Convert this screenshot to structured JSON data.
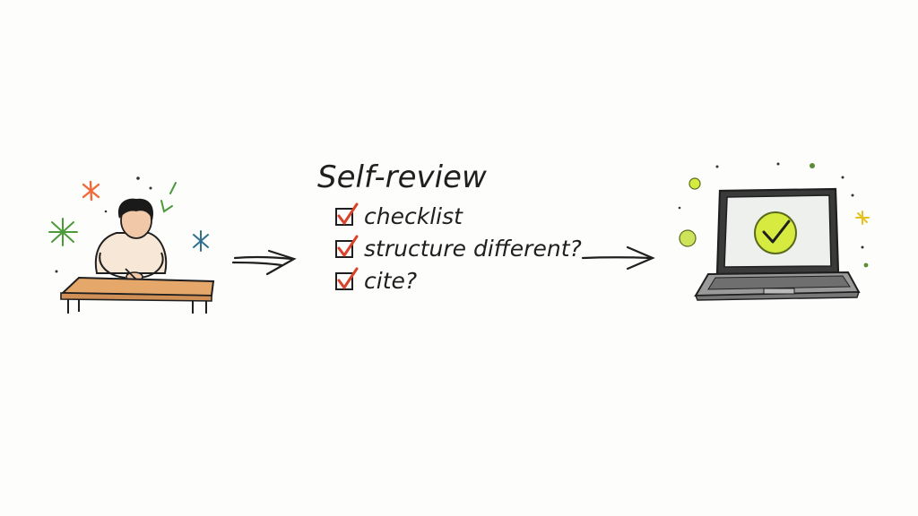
{
  "checklist": {
    "title": "Self-review",
    "items": [
      {
        "label": "checklist",
        "checked": true
      },
      {
        "label": "structure different?",
        "checked": true
      },
      {
        "label": "cite?",
        "checked": true
      }
    ]
  },
  "icons": {
    "person": "person-writing-at-desk-icon",
    "laptop": "laptop-with-checkmark-icon",
    "arrow": "arrow-right-icon",
    "checkbox": "checked-box-icon"
  },
  "colors": {
    "ink": "#1f1f1f",
    "check_red": "#d9432c",
    "desk": "#e6a86a",
    "shirt": "#f7e7d6",
    "skin": "#f2c9a8",
    "laptop_screen": "#eef0ee",
    "check_badge": "#d6ea3f",
    "sparkle_orange": "#ef6a3a",
    "sparkle_green": "#4c9a3a",
    "sparkle_blue": "#2f6f8f",
    "sparkle_yellow": "#e7c21e"
  }
}
